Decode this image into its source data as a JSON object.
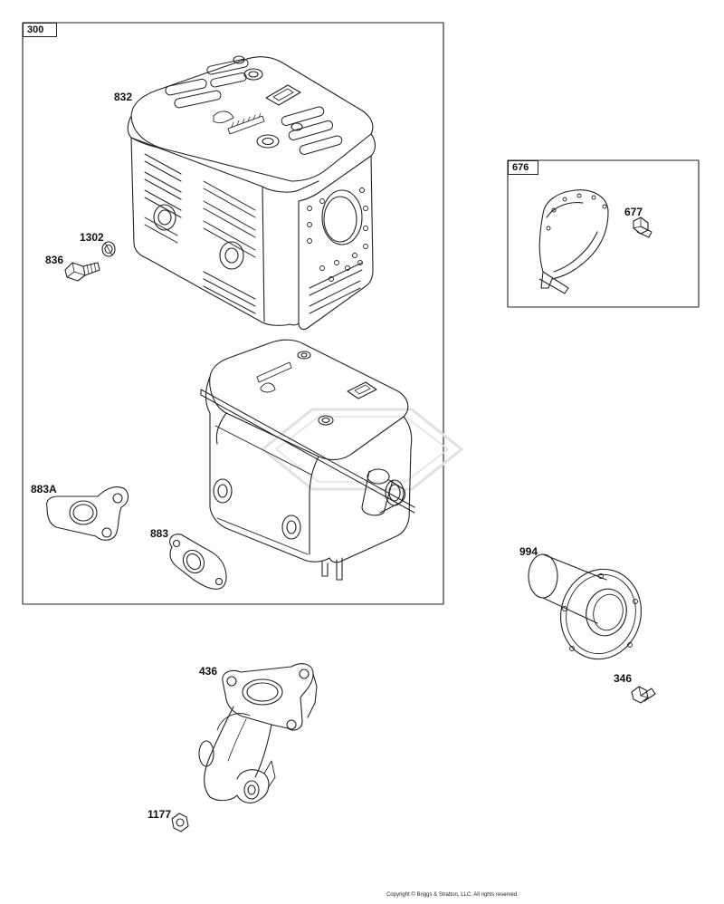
{
  "groups": [
    {
      "id": "300"
    },
    {
      "id": "676"
    }
  ],
  "parts": {
    "p832": "832",
    "p1302": "1302",
    "p836": "836",
    "p677": "677",
    "p883A": "883A",
    "p883": "883",
    "p994": "994",
    "p346": "346",
    "p436": "436",
    "p1177": "1177"
  },
  "watermark": "BRIGGS&STRATTON",
  "copyright": "Copyright © Briggs & Stratton, LLC. All rights reserved."
}
